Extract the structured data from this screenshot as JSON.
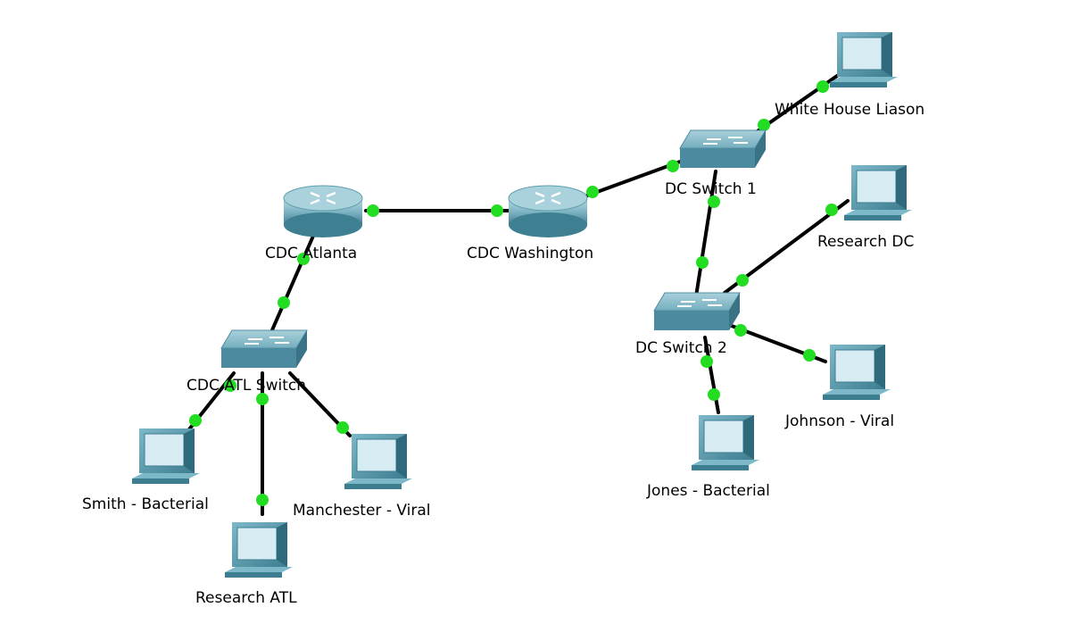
{
  "colors": {
    "link": "#000000",
    "port": "#22dd22",
    "router": "#5f9fae",
    "switch": "#6ea8b8",
    "pc": "#4f8ea3"
  },
  "nodes": {
    "white_house": {
      "label": "White House Liason",
      "icon": "pc-icon"
    },
    "dc_switch_1": {
      "label": "DC Switch 1",
      "icon": "switch-icon"
    },
    "research_dc": {
      "label": "Research DC",
      "icon": "pc-icon"
    },
    "cdc_atlanta": {
      "label": "CDC Atlanta",
      "icon": "router-icon"
    },
    "cdc_washington": {
      "label": "CDC Washington",
      "icon": "router-icon"
    },
    "dc_switch_2": {
      "label": "DC Switch 2",
      "icon": "switch-icon"
    },
    "cdc_atl_switch": {
      "label": "CDC ATL Switch",
      "icon": "switch-icon"
    },
    "johnson": {
      "label": "Johnson - Viral",
      "icon": "pc-icon"
    },
    "jones": {
      "label": "Jones - Bacterial",
      "icon": "pc-icon"
    },
    "smith": {
      "label": "Smith - Bacterial",
      "icon": "pc-icon"
    },
    "manchester": {
      "label": "Manchester - Viral",
      "icon": "pc-icon"
    },
    "research_atl": {
      "label": "Research ATL",
      "icon": "pc-icon"
    }
  },
  "links": [
    {
      "from": "cdc_atlanta",
      "to": "cdc_washington"
    },
    {
      "from": "cdc_washington",
      "to": "dc_switch_1"
    },
    {
      "from": "dc_switch_1",
      "to": "white_house"
    },
    {
      "from": "dc_switch_1",
      "to": "dc_switch_2"
    },
    {
      "from": "dc_switch_2",
      "to": "research_dc"
    },
    {
      "from": "dc_switch_2",
      "to": "johnson"
    },
    {
      "from": "dc_switch_2",
      "to": "jones"
    },
    {
      "from": "cdc_atlanta",
      "to": "cdc_atl_switch"
    },
    {
      "from": "cdc_atl_switch",
      "to": "smith"
    },
    {
      "from": "cdc_atl_switch",
      "to": "research_atl"
    },
    {
      "from": "cdc_atl_switch",
      "to": "manchester"
    }
  ]
}
